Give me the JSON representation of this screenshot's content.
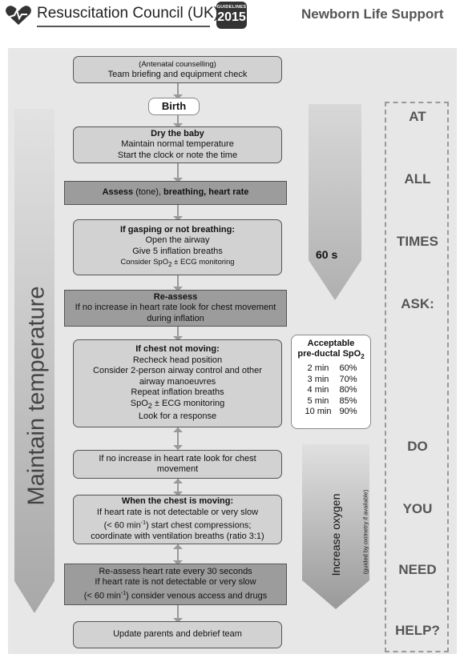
{
  "header": {
    "brand": "Resuscitation Council (UK)",
    "badge_top": "GUIDELINES",
    "badge_year": "2015",
    "title": "Newborn Life Support"
  },
  "flow": {
    "b1_line1": "(Antenatal counselling)",
    "b1_line2": "Team briefing and equipment check",
    "birth": "Birth",
    "b2_title": "Dry the baby",
    "b2_line1": "Maintain normal temperature",
    "b2_line2": "Start the clock or note the time",
    "b3_bold": "Assess",
    "b3_mid": " (tone), ",
    "b3_bold2": "breathing, heart rate",
    "b4_title": "If gasping or not breathing:",
    "b4_line1": "Open the airway",
    "b4_line2": "Give 5 inflation breaths",
    "b4_line3_a": "Consider SpO",
    "b4_line3_sub": "2",
    "b4_line3_b": " ± ECG monitoring",
    "b5_title": "Re-assess",
    "b5_line1": "If no increase in heart rate look for chest movement",
    "b5_line2": "during inflation",
    "b6_title": "If chest not moving:",
    "b6_line1": "Recheck head position",
    "b6_line2": "Consider 2-person airway control and other",
    "b6_line3": "airway manoeuvres",
    "b6_line4": "Repeat inflation breaths",
    "b6_line5_a": "SpO",
    "b6_line5_sub": "2",
    "b6_line5_b": " ± ECG monitoring",
    "b6_line6": "Look for a response",
    "b7_line1": "If no increase in heart rate look for chest",
    "b7_line2": "movement",
    "b8_title": "When the chest is moving:",
    "b8_line1": "If heart rate is not detectable or very slow",
    "b8_line2_a": "(< 60 min",
    "b8_line2_sup": "-1",
    "b8_line2_b": ") start chest compressions;",
    "b8_line3": "coordinate with ventilation breaths (ratio 3:1)",
    "b9_line1": "Re-assess heart rate every 30 seconds",
    "b9_line2": "If heart rate is not detectable or very slow",
    "b9_line3_a": "(< 60 min",
    "b9_line3_sup": "-1",
    "b9_line3_b": ") consider venous access and drugs",
    "b10": "Update parents and debrief team"
  },
  "side": {
    "maintain": "Maintain temperature",
    "sixty": "60 s",
    "spo2_title1": "Acceptable",
    "spo2_title2_a": "pre-ductal SpO",
    "spo2_title2_sub": "2",
    "spo2_rows": [
      {
        "time": "2 min",
        "value": "60%"
      },
      {
        "time": "3 min",
        "value": "70%"
      },
      {
        "time": "4 min",
        "value": "80%"
      },
      {
        "time": "5 min",
        "value": "85%"
      },
      {
        "time": "10 min",
        "value": "90%"
      }
    ],
    "oxygen": "Increase oxygen",
    "oxygen_sub": "(guided by oximetry if available)"
  },
  "ask": {
    "w1": "AT",
    "w2": "ALL",
    "w3": "TIMES",
    "w4": "ASK:",
    "w5": "DO",
    "w6": "YOU",
    "w7": "NEED",
    "w8": "HELP?"
  },
  "colors": {
    "dark_box": "#9c9c9c",
    "light_box": "#d2d2d2",
    "panel": "#e7e7e7"
  }
}
